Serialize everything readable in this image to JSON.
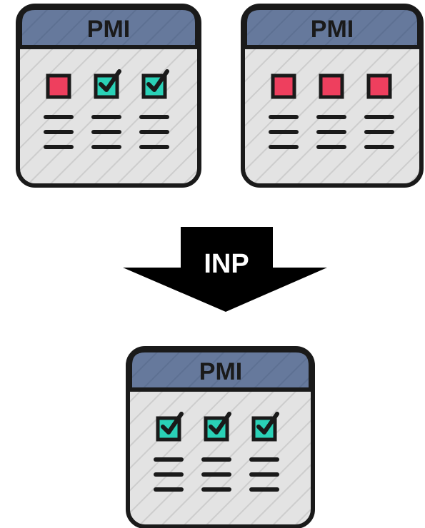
{
  "colors": {
    "outline": "#1a1a1a",
    "header_fill": "#66799c",
    "header_hatch": "#5a6d90",
    "body_fill": "#e3e3e3",
    "body_hatch": "#c6c6c6",
    "unchecked_fill": "#ee3f5e",
    "checked_fill": "#2ad1b7",
    "arrow_fill": "#000000",
    "arrow_label": "#ffffff"
  },
  "diagram": {
    "cards": [
      {
        "header_label": "PMI",
        "checkboxes": [
          {
            "state": "unchecked"
          },
          {
            "state": "checked"
          },
          {
            "state": "checked"
          }
        ]
      },
      {
        "header_label": "PMI",
        "checkboxes": [
          {
            "state": "unchecked"
          },
          {
            "state": "unchecked"
          },
          {
            "state": "unchecked"
          }
        ]
      },
      {
        "header_label": "PMI",
        "checkboxes": [
          {
            "state": "checked"
          },
          {
            "state": "checked"
          },
          {
            "state": "checked"
          }
        ]
      }
    ],
    "arrow": {
      "label": "INP",
      "icon": "down-arrow-icon"
    }
  }
}
